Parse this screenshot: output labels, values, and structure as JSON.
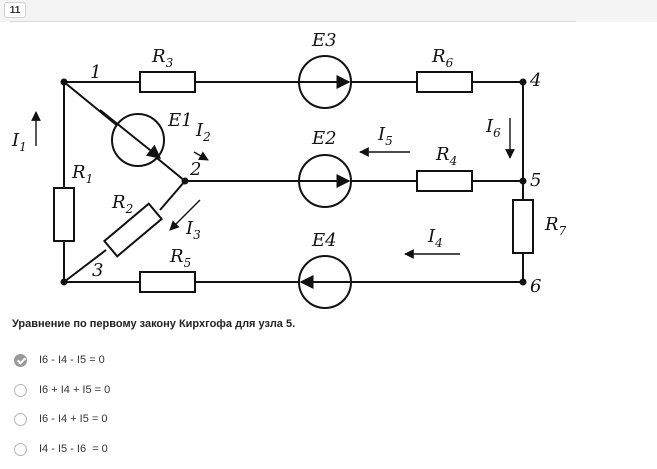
{
  "question_number": "11",
  "question_text": "Уравнение по первому закону Кирхгофа для узла 5.",
  "circuit": {
    "nodes": [
      "1",
      "2",
      "3",
      "4",
      "5",
      "6"
    ],
    "resistors": [
      "R",
      "R",
      "R",
      "R",
      "R",
      "R",
      "R"
    ],
    "resistor_subs": [
      "3",
      "6",
      "4",
      "1",
      "2",
      "5",
      "7"
    ],
    "sources": [
      "E1",
      "E2",
      "E3",
      "E4"
    ],
    "currents": [
      "I",
      "I",
      "I",
      "I",
      "I",
      "I"
    ],
    "current_subs": [
      "1",
      "2",
      "3",
      "4",
      "5",
      "6"
    ]
  },
  "options": [
    {
      "label": "I6 - I4 - I5 = 0",
      "selected": true
    },
    {
      "label": "I6 + I4 + I5 = 0",
      "selected": false
    },
    {
      "label": "I6 - I4 + I5 = 0",
      "selected": false
    },
    {
      "label": "I4 - I5 - I6  = 0",
      "selected": false
    }
  ]
}
